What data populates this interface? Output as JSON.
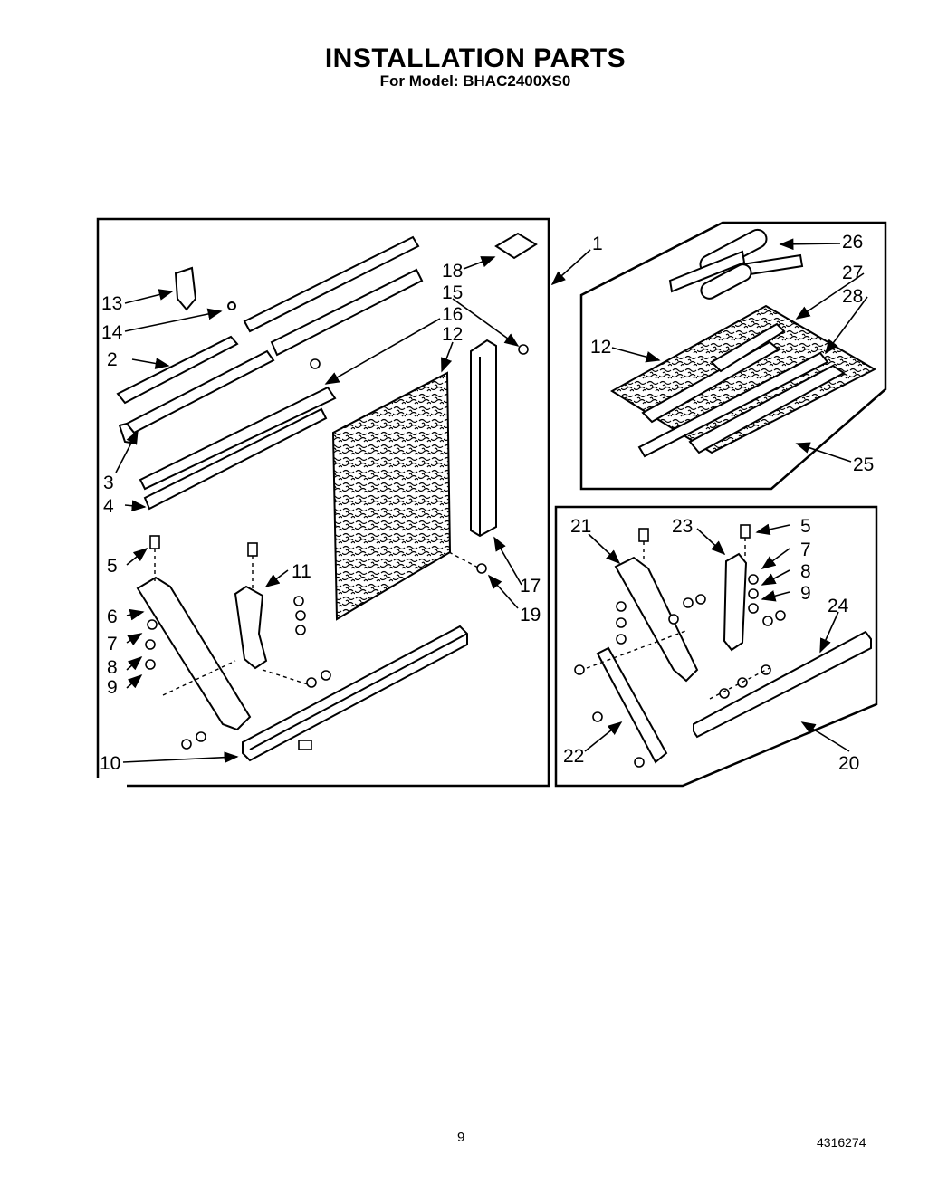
{
  "header": {
    "title": "INSTALLATION PARTS",
    "subtitle": "For Model: BHAC2400XS0"
  },
  "footer": {
    "page_number": "9",
    "document_code": "4316274"
  },
  "callouts": {
    "c1": "1",
    "c2": "2",
    "c3": "3",
    "c4": "4",
    "c5a": "5",
    "c5b": "5",
    "c6": "6",
    "c7a": "7",
    "c7b": "7",
    "c8a": "8",
    "c8b": "8",
    "c9a": "9",
    "c9b": "9",
    "c10": "10",
    "c11": "11",
    "c12a": "12",
    "c12b": "12",
    "c13": "13",
    "c14": "14",
    "c15": "15",
    "c16": "16",
    "c17": "17",
    "c18": "18",
    "c19": "19",
    "c20": "20",
    "c21": "21",
    "c22": "22",
    "c23": "23",
    "c24": "24",
    "c25": "25",
    "c26": "26",
    "c27": "27",
    "c28": "28"
  }
}
